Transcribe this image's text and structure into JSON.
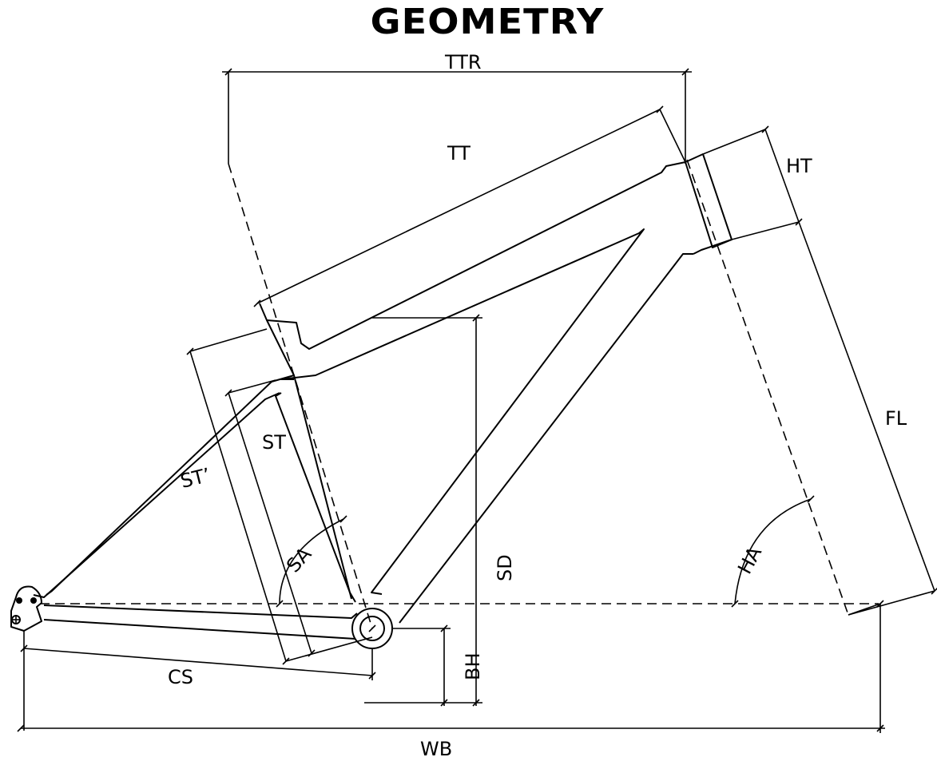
{
  "title": "GEOMETRY",
  "labels": {
    "ttr": "TTR",
    "tt": "TT",
    "ht": "HT",
    "fl": "FL",
    "st": "ST",
    "st_prime": "ST’",
    "sa": "SA",
    "sd": "SD",
    "ha": "HA",
    "bh": "BH",
    "cs": "CS",
    "wb": "WB"
  }
}
